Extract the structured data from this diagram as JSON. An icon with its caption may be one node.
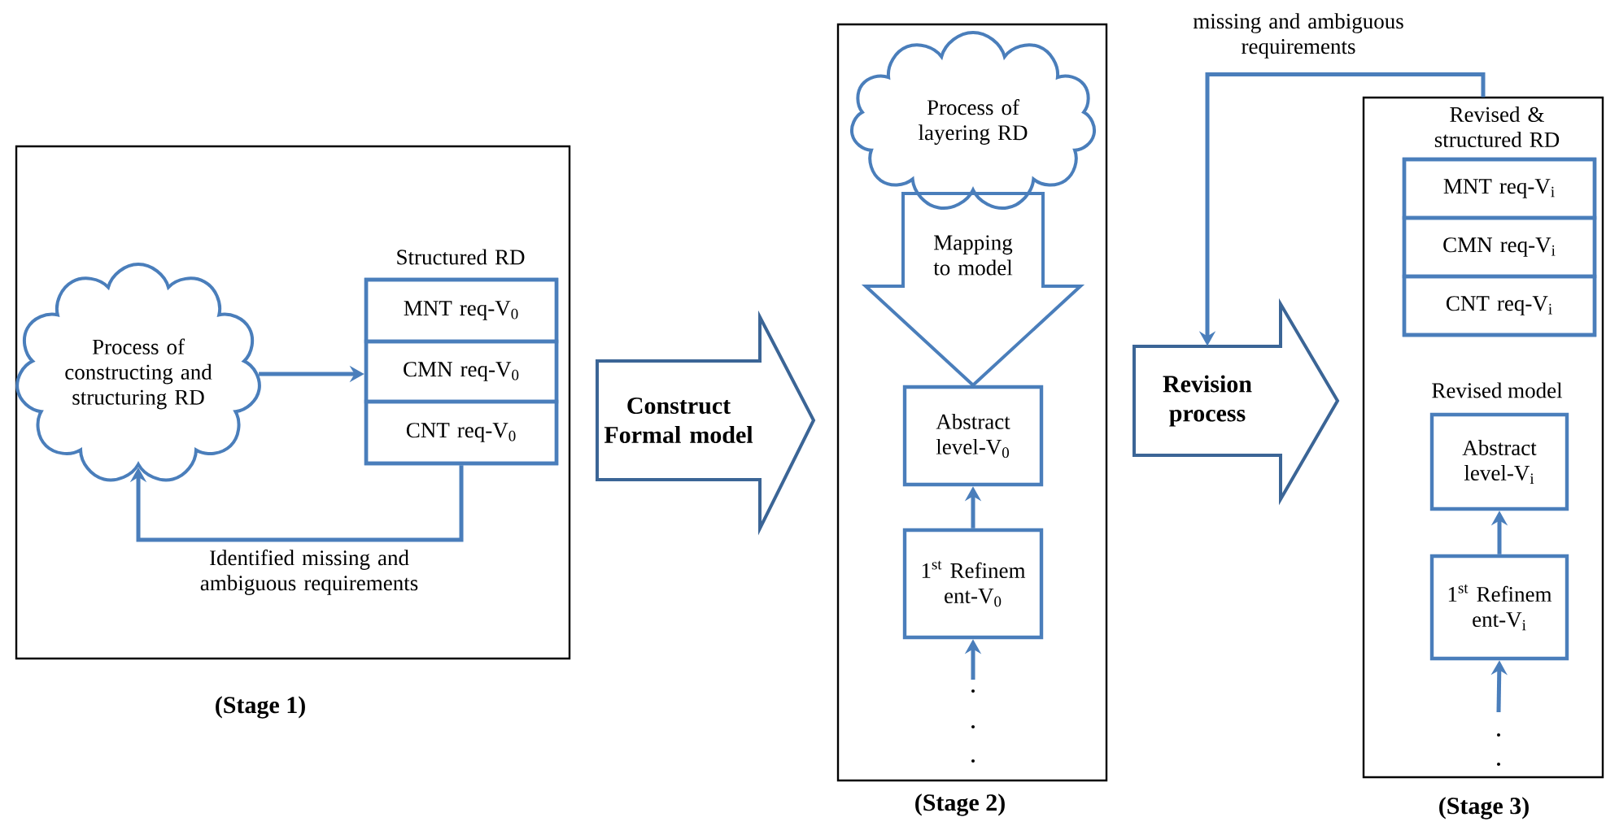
{
  "diagram": {
    "nodes": [
      {
        "text": [
          "(Stage 1)"
        ]
      },
      {
        "text": [
          "Process of constructing and structuring RD"
        ],
        "in": 0
      },
      {
        "text": [
          "Structured RD"
        ],
        "in": 0
      },
      {
        "text": [
          "MNT req-V$_{0}$"
        ],
        "in": 2
      },
      {
        "text": [
          "CMN req-V$_{0}$"
        ],
        "in": 2
      },
      {
        "text": [
          "CNT req-V$_{0}$"
        ],
        "in": 2
      },
      {
        "text": [
          "Construct Formal model"
        ]
      },
      {
        "text": [
          "(Stage 2)"
        ]
      },
      {
        "text": [
          "Process of layering RD"
        ],
        "in": 7
      },
      {
        "text": [
          "Abstract level-V$_{0}$"
        ],
        "in": 7
      },
      {
        "text": [
          "1$^{st}$ Refinem ent-V$_{0}$"
        ],
        "in": 7
      },
      {
        "text": [
          "Revision process"
        ]
      },
      {
        "text": [
          "(Stage 3)"
        ]
      },
      {
        "text": [
          "Revised  & structured RD"
        ],
        "in": 12
      },
      {
        "text": [
          "MNT req-V$_{i}$"
        ],
        "in": 13
      },
      {
        "text": [
          "CMN req-V$_{i}$"
        ],
        "in": 13
      },
      {
        "text": [
          "CNT req-V$_{i}$"
        ],
        "in": 13
      },
      {
        "text": [
          "Abstract level-V$_{i}$"
        ],
        "in": 12
      },
      {
        "text": [
          "1$^{st}$ Refinem ent-V$_{i}$"
        ],
        "in": 12
      }
    ],
    "edges": [
      {
        "from": 1,
        "to": 2,
        "arrow": "to"
      },
      {
        "from": 2,
        "to": 1,
        "arrow": "to",
        "label": "Identified missing and ambiguous requirements"
      },
      {
        "from": 8,
        "to": 9,
        "arrow": "to",
        "label": "Mapping to model"
      },
      {
        "from": 10,
        "to": 9,
        "arrow": "to"
      },
      {
        "from": null,
        "to": 10,
        "arrow": "to"
      },
      {
        "from": 12,
        "to": 11,
        "arrow": "to",
        "label": "missing and ambiguous requirements"
      },
      {
        "from": 18,
        "to": 17,
        "arrow": "to"
      },
      {
        "from": null,
        "to": 18,
        "arrow": "to"
      }
    ],
    "labels": [
      "Revised model"
    ]
  }
}
